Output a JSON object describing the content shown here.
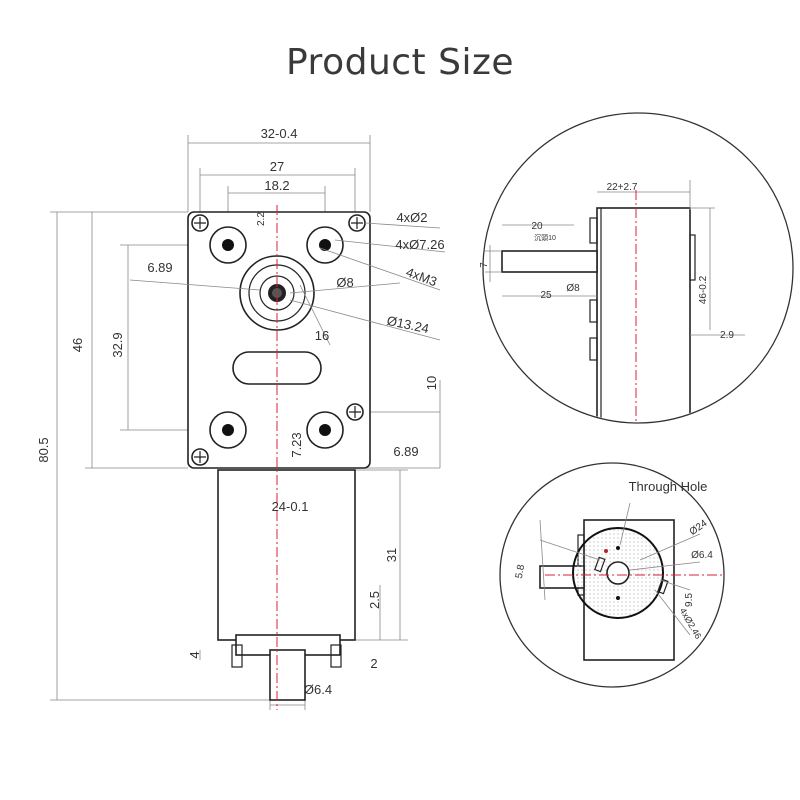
{
  "title": "Product Size",
  "front_view": {
    "width_overall": "32-0.4",
    "width_screws": "27",
    "width_holes": "18.2",
    "offset_top": "2.2",
    "height_gearbox": "46",
    "height_total": "80.5",
    "hole_spacing_vertical": "32.9",
    "offset_left": "6.89",
    "screw_label": "4xØ2",
    "boss_label": "4xØ7.26",
    "thread_label": "4xM3",
    "shaft_dia": "Ø8",
    "bearing_dia": "Ø13.24",
    "slot_length": "16",
    "offset_bottom": "10",
    "offset_right": "6.89",
    "shaft_offset": "7.23",
    "motor_dia": "24-0.1",
    "motor_length": "31",
    "terminal_length": "2.5",
    "terminal_height": "4",
    "terminal_gap": "2",
    "boss_dia": "Ø6.4"
  },
  "side_view": {
    "depth": "22+2.7",
    "shaft_flat": "20",
    "countersink_note": "沉頭10",
    "flat_width": "7",
    "shaft_dia": "Ø8",
    "shaft_length": "25",
    "height": "46-0.2",
    "offset": "2.9"
  },
  "rear_view": {
    "through_hole_label": "Through Hole",
    "motor_dia": "Ø24",
    "boss_dia": "Ø6.4",
    "offset": "5.8",
    "terminal_spacing": "9.5",
    "hole_label": "4xØ2.46"
  },
  "colors": {
    "centerline": "#dd2233",
    "outline": "#222222",
    "dimension": "#888888"
  }
}
